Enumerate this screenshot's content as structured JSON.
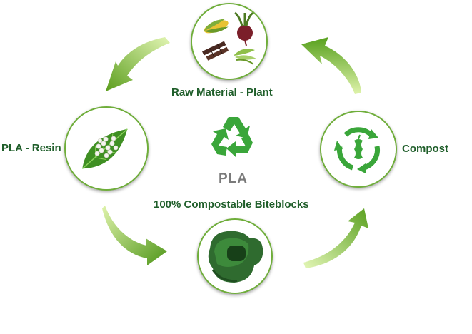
{
  "nodes": {
    "top_label": "Raw Material - Plant",
    "left_label": "PLA - Resin",
    "right_label": "Compost",
    "bottom_label": "100% Compostable Biteblocks"
  },
  "center": {
    "logo_text": "PLA",
    "icon": "recycle-icon"
  },
  "icons": {
    "top": "plants-icon",
    "left": "leaf-resin-icon",
    "right": "compost-recycle-icon",
    "bottom": "biteblock-icon"
  },
  "colors": {
    "label_green": "#1f5e2a",
    "recycle_green": "#3aa63a",
    "arrow_dark": "#5c9e1e",
    "arrow_light": "#c9ec85"
  }
}
